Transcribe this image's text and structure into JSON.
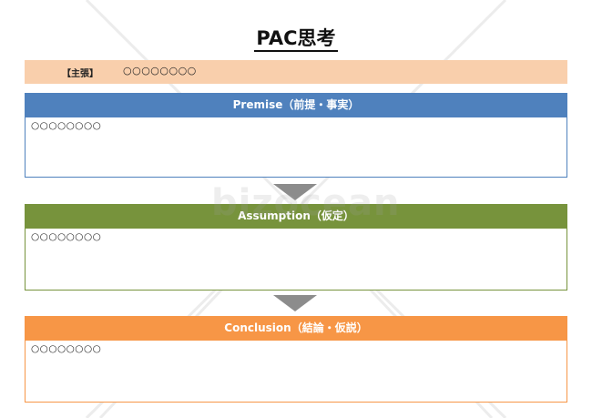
{
  "title": "PAC思考",
  "claim": {
    "label": "【主張】",
    "value": "○○○○○○○○"
  },
  "sections": [
    {
      "header": "Premise（前提・事実）",
      "content": "○○○○○○○○"
    },
    {
      "header": "Assumption（仮定）",
      "content": "○○○○○○○○"
    },
    {
      "header": "Conclusion（結論・仮説）",
      "content": "○○○○○○○○"
    }
  ],
  "watermark": "bizocean",
  "colors": {
    "claim_bg": "#f9cfac",
    "premise": "#4f81bd",
    "assumption": "#77933c",
    "conclusion": "#f79646",
    "arrow": "#8c8c8c"
  }
}
